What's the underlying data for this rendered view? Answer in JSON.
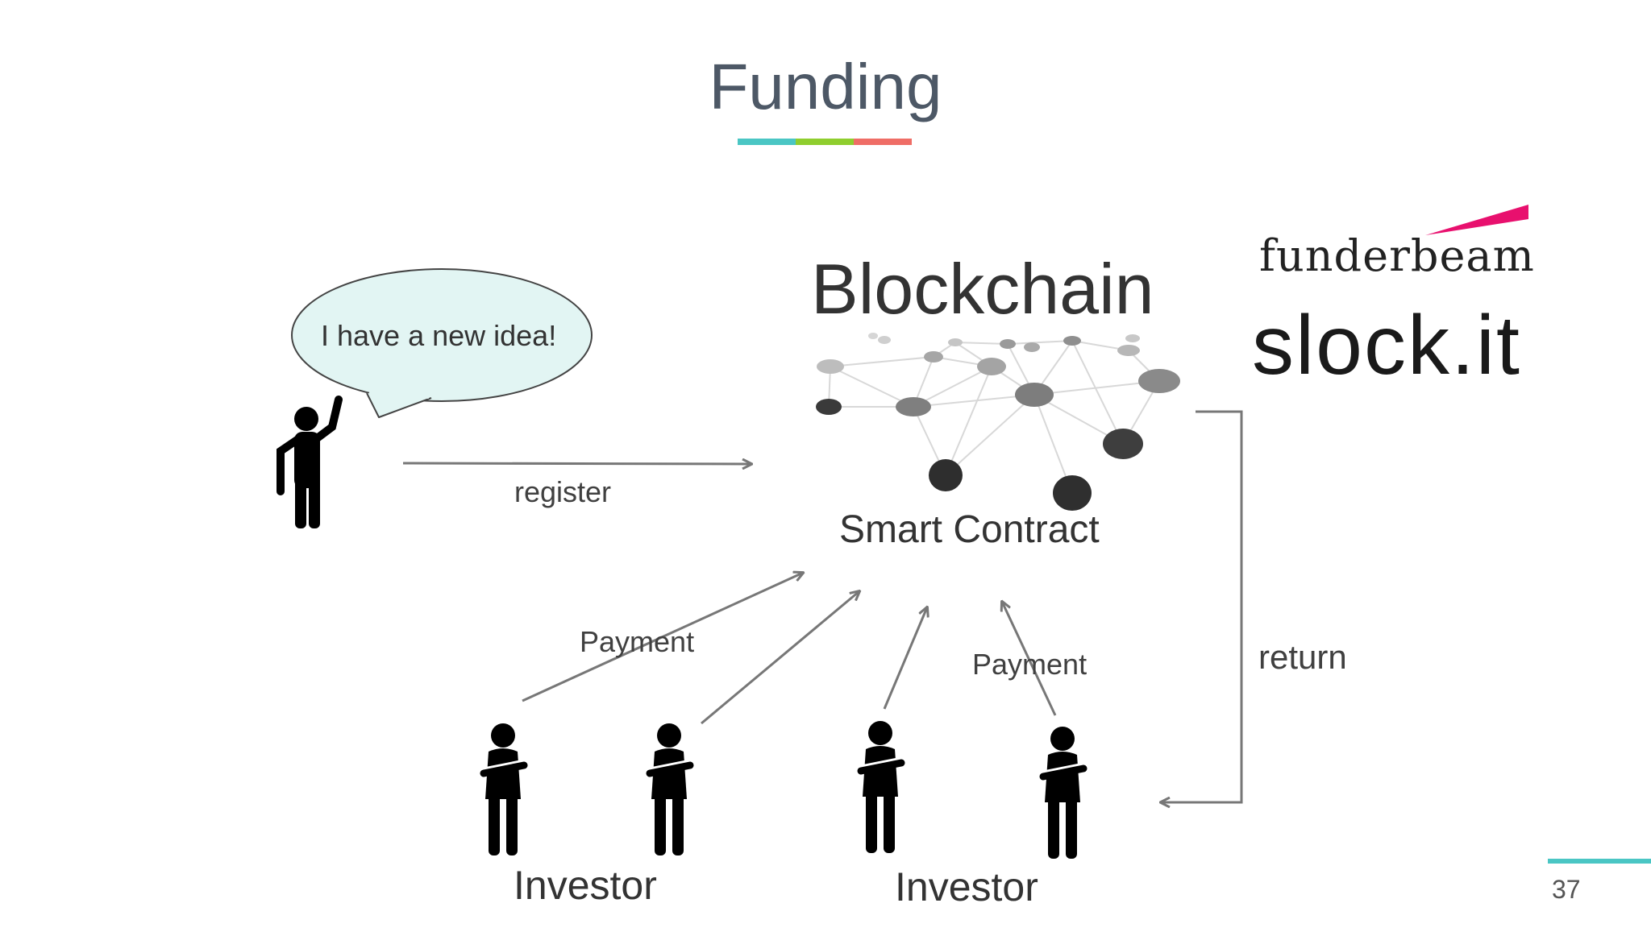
{
  "slide": {
    "title": "Funding",
    "accent_colors": [
      "#4ac6c4",
      "#8fce2e",
      "#ef6d66"
    ],
    "page_number": "37"
  },
  "diagram": {
    "speech_bubble": "I have a new idea!",
    "register_label": "register",
    "blockchain_label": "Blockchain",
    "smart_contract_label": "Smart Contract",
    "payment_label_left": "Payment",
    "payment_label_right": "Payment",
    "return_label": "return",
    "investor_label_left": "Investor",
    "investor_label_right": "Investor"
  },
  "logos": {
    "funderbeam": "funderbeam",
    "slockit": "slock.it"
  },
  "colors": {
    "arrow": "#777777",
    "bubble_fill": "#e2f5f3",
    "funderbeam_accent": "#e8106e",
    "figure": "#000000"
  }
}
